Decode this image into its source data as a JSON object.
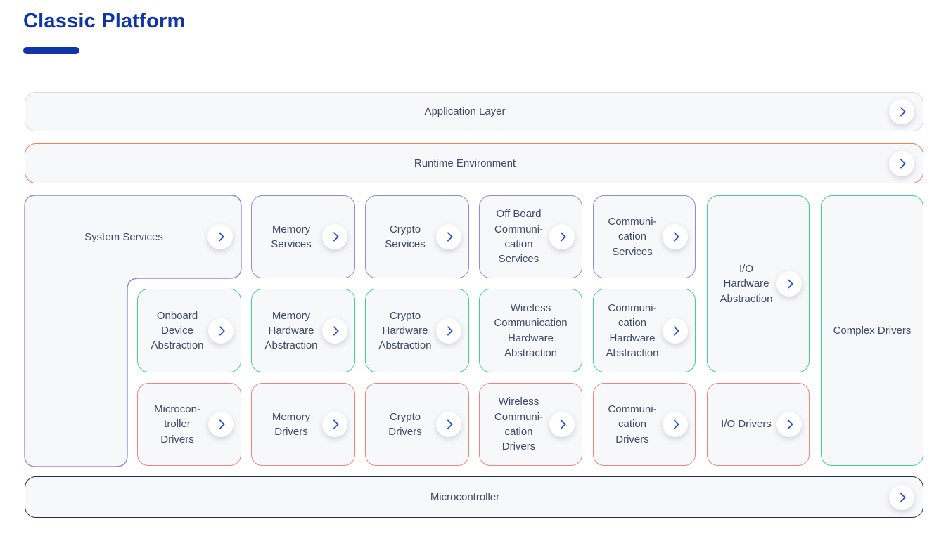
{
  "title": "Classic Platform",
  "layers": {
    "application": {
      "label": "Application Layer"
    },
    "runtime": {
      "label": "Runtime Environment"
    },
    "microcontroller": {
      "label": "Microcontroller"
    }
  },
  "grid": {
    "system_services": {
      "label": "System Services"
    },
    "boxes": [
      {
        "id": "memory-services",
        "label": "Memory\nServices",
        "variant": "purple",
        "chevron": true
      },
      {
        "id": "crypto-services",
        "label": "Crypto\nServices",
        "variant": "purple",
        "chevron": true
      },
      {
        "id": "off-board-communication-services",
        "label": "Off Board\nCommuni-\ncation\nServices",
        "variant": "purple",
        "chevron": true
      },
      {
        "id": "communication-services",
        "label": "Communi-\ncation\nServices",
        "variant": "purple",
        "chevron": true
      },
      {
        "id": "io-hardware-abstraction",
        "label": "I/O\nHardware\nAbstraction",
        "variant": "green",
        "chevron": true
      },
      {
        "id": "complex-drivers",
        "label": "Complex Drivers",
        "variant": "green",
        "chevron": false
      },
      {
        "id": "onboard-device-abstraction",
        "label": "Onboard\nDevice\nAbstraction",
        "variant": "green",
        "chevron": true
      },
      {
        "id": "memory-hardware-abstraction",
        "label": "Memory\nHardware\nAbstraction",
        "variant": "green",
        "chevron": true
      },
      {
        "id": "crypto-hardware-abstraction",
        "label": "Crypto\nHardware\nAbstraction",
        "variant": "green",
        "chevron": true
      },
      {
        "id": "wireless-communication-hardware-abstraction",
        "label": "Wireless\nCommunication\nHardware\nAbstraction",
        "variant": "green",
        "chevron": false
      },
      {
        "id": "communication-hardware-abstraction",
        "label": "Communi-\ncation\nHardware\nAbstraction",
        "variant": "green",
        "chevron": true
      },
      {
        "id": "microcontroller-drivers",
        "label": "Microcon-\ntroller\nDrivers",
        "variant": "red",
        "chevron": true
      },
      {
        "id": "memory-drivers",
        "label": "Memory\nDrivers",
        "variant": "red",
        "chevron": true
      },
      {
        "id": "crypto-drivers",
        "label": "Crypto\nDrivers",
        "variant": "red",
        "chevron": true
      },
      {
        "id": "wireless-communication-drivers",
        "label": "Wireless\nCommuni-\ncation\nDrivers",
        "variant": "red",
        "chevron": true
      },
      {
        "id": "communication-drivers",
        "label": "Communi-\ncation\nDrivers",
        "variant": "red",
        "chevron": true
      },
      {
        "id": "io-drivers",
        "label": "I/O Drivers",
        "variant": "red",
        "chevron": true
      }
    ]
  },
  "icons": {
    "chevron": "chevron-right-icon"
  },
  "colors": {
    "title_blue": "#0f35a8",
    "purple": "#9189e8",
    "green": "#43d08e",
    "red": "#f4837c",
    "orange": "#ee7e57",
    "gray": "#d9dae6",
    "dark_navy": "#1d2f52",
    "text": "#3d4966",
    "chevron_blue": "#2d54c8",
    "box_bg": "#f7f8fa"
  }
}
